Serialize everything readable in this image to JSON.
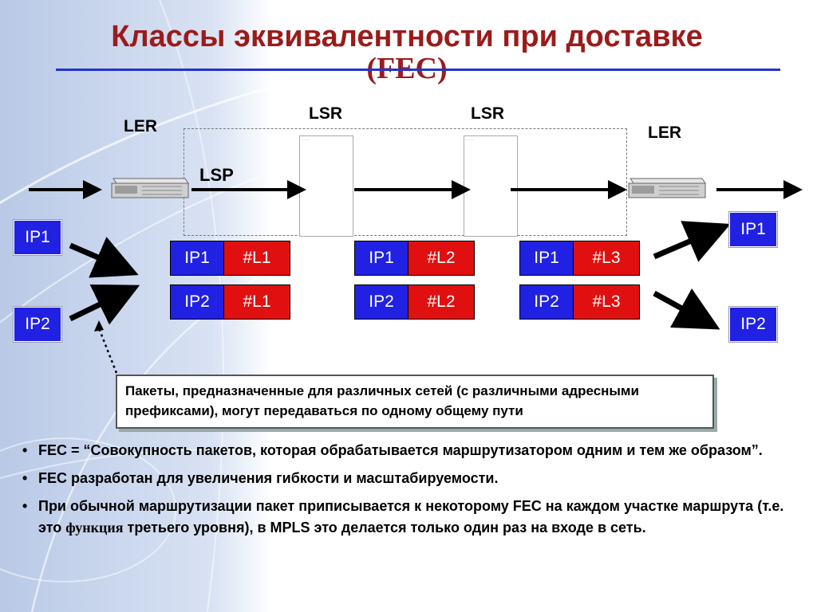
{
  "title": {
    "line1": "Классы эквивалентности при доставке",
    "line2": "(FEC)"
  },
  "labels": {
    "ler_left": "LER",
    "lsr_1": "LSR",
    "lsr_2": "LSR",
    "ler_right": "LER",
    "lsp": "LSP"
  },
  "ingress": {
    "ip1": "IP1",
    "ip2": "IP2"
  },
  "egress": {
    "ip1": "IP1",
    "ip2": "IP2"
  },
  "label_tables": [
    {
      "rows": [
        {
          "ip": "IP1",
          "label": "#L1"
        },
        {
          "ip": "IP2",
          "label": "#L1"
        }
      ]
    },
    {
      "rows": [
        {
          "ip": "IP1",
          "label": "#L2"
        },
        {
          "ip": "IP2",
          "label": "#L2"
        }
      ]
    },
    {
      "rows": [
        {
          "ip": "IP1",
          "label": "#L3"
        },
        {
          "ip": "IP2",
          "label": "#L3"
        }
      ]
    }
  ],
  "note": "Пакеты, предназначенные для различных сетей (с различными адресными префиксами), могут передаваться по одному общему пути",
  "bullets": [
    {
      "text": "FEC = “Совокупность пакетов, которая обрабатывается маршрутизатором одним и тем же образом”."
    },
    {
      "text": "FEC разработан для увеличения гибкости и масштабируемости."
    },
    {
      "pre": "При обычной маршрутизации пакет приписывается к некоторому  FEC на каждом участке маршрута  (т.е. это ",
      "serif": "функция",
      "post": " третьего уровня), в MPLS это делается только один раз на входе в сеть."
    }
  ],
  "colors": {
    "title": "#9b1b1b",
    "rule": "#2233cc",
    "ip_blue": "#2121e3",
    "label_red": "#e11010"
  }
}
